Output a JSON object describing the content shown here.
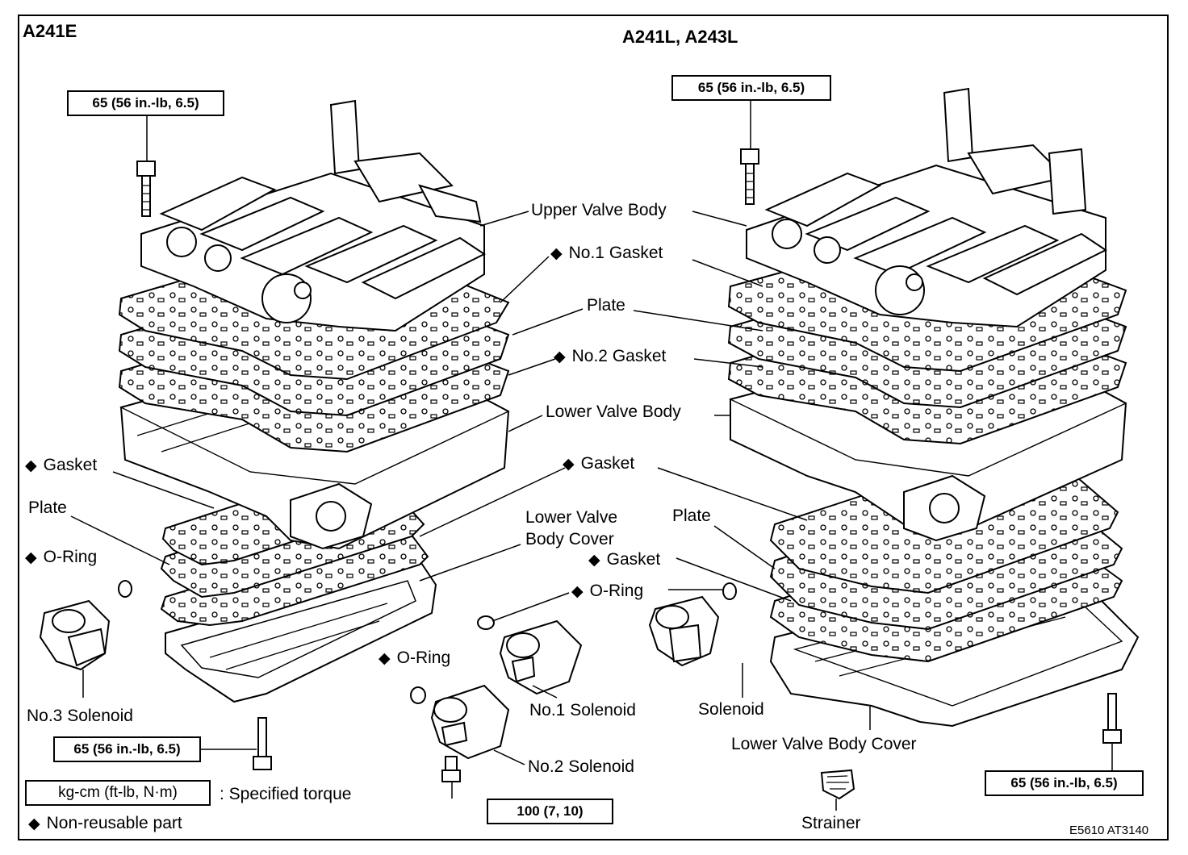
{
  "header": {
    "left_model": "A241E",
    "right_model": "A241L, A243L"
  },
  "diamond_symbol": "◆",
  "torque_boxes": {
    "left_top": "65 (56 in.-lb, 6.5)",
    "right_top": "65 (56 in.-lb, 6.5)",
    "left_bottom": "65 (56 in.-lb, 6.5)",
    "right_bottom": "65 (56 in.-lb, 6.5)",
    "center_bottom": "100 (7, 10)"
  },
  "labels": {
    "upper_valve_body": "Upper Valve Body",
    "no1_gasket": "No.1 Gasket",
    "plate_top": "Plate",
    "no2_gasket": "No.2 Gasket",
    "lower_valve_body": "Lower Valve Body",
    "gasket_left": "Gasket",
    "plate_left": "Plate",
    "oring_left": "O-Ring",
    "no3_solenoid": "No.3 Solenoid",
    "gasket_center": "Gasket",
    "lower_valve_body_cover_line1": "Lower Valve",
    "lower_valve_body_cover_line2": "Body Cover",
    "plate_right": "Plate",
    "gasket_right": "Gasket",
    "oring_right": "O-Ring",
    "oring_center": "O-Ring",
    "no1_solenoid": "No.1 Solenoid",
    "solenoid": "Solenoid",
    "no2_solenoid": "No.2 Solenoid",
    "lower_valve_body_cover_right": "Lower Valve Body Cover",
    "strainer": "Strainer"
  },
  "legend": {
    "torque_unit": "kg-cm (ft-lb, N·m)",
    "torque_desc": ": Specified torque",
    "nonreusable_desc": "Non-reusable part"
  },
  "figure_code": "E5610 AT3140"
}
